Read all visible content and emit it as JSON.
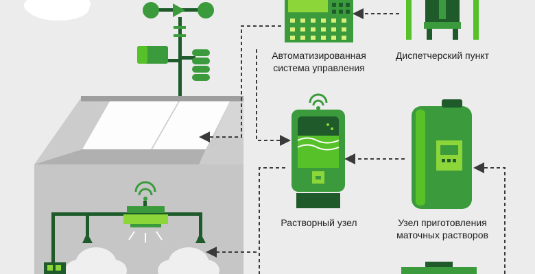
{
  "labels": {
    "automated_control_system_line1": "Автоматизированная",
    "automated_control_system_line2": "система управления",
    "dispatch_point": "Диспетчерский пункт",
    "solution_unit": "Растворный узел",
    "stock_solution_unit_line1": "Узел приготовления",
    "stock_solution_unit_line2": "маточных растворов"
  },
  "colors": {
    "background": "#ececec",
    "dark_green": "#1f5a2b",
    "green": "#3b9b3c",
    "light_green": "#8cd63a",
    "accent_green": "#56c129",
    "greenhouse_wall": "#c9c9c9",
    "greenhouse_roof": "#9e9e9e",
    "glass": "#ffffff",
    "connector": "#3a3a3a"
  }
}
